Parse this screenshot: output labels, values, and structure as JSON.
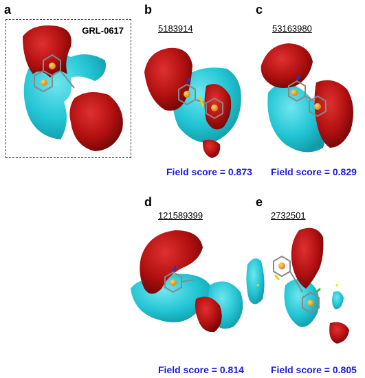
{
  "panels": [
    {
      "label": "a",
      "reference": "GRL-0617"
    },
    {
      "label": "b",
      "compound_id": "5183914",
      "score_text": "Field score = 0.873",
      "field_score": 0.873
    },
    {
      "label": "c",
      "compound_id": "53163980",
      "score_text": "Field score = 0.829",
      "field_score": 0.829
    },
    {
      "label": "d",
      "compound_id": "121589399",
      "score_text": "Field score = 0.814",
      "field_score": 0.814
    },
    {
      "label": "e",
      "compound_id": "2732501",
      "score_text": "Field score = 0.805",
      "field_score": 0.805
    }
  ],
  "colors": {
    "positive_field": "#b01010",
    "negative_field": "#22c4d4",
    "score_text": "#1a1adb"
  }
}
